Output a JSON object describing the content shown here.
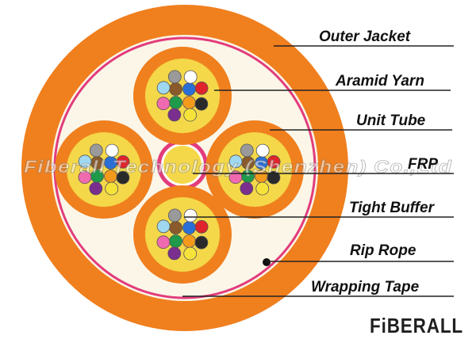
{
  "labels": {
    "outer_jacket": "Outer Jacket",
    "aramid_yarn": "Aramid Yarn",
    "unit_tube": "Unit Tube",
    "frp": "FRP",
    "tight_buffer": "Tight Buffer",
    "rip_rope": "Rip Rope",
    "wrapping_tape": "Wrapping Tape"
  },
  "watermark": "Fiberall Technology (Shenzhen) Co.,Ltd",
  "logo": "FiBERALL",
  "colors": {
    "outer_jacket": "#f07f1e",
    "inner_fill": "#fbf6e8",
    "wrapping_tape": "#e23c7c",
    "unit_tube": "#f07f1e",
    "aramid_yarn": "#f5d84a",
    "frp_ring": "#e23c7c",
    "frp_core": "#f5d84a",
    "leader_line": "#222222",
    "logo_accent": "#f07f1e"
  },
  "fiber_colors": [
    "blue",
    "orange",
    "green",
    "brown",
    "slate",
    "white",
    "red",
    "black",
    "yellow",
    "violet",
    "rose",
    "aqua"
  ],
  "fiber_palette": {
    "blue": "#2a6fd6",
    "orange": "#f39a1c",
    "green": "#1e9a4a",
    "brown": "#8a5a2b",
    "slate": "#9a9a9a",
    "white": "#ffffff",
    "red": "#e0242b",
    "black": "#2a2a2a",
    "yellow": "#f6e33a",
    "violet": "#7a2e8e",
    "rose": "#f06ab0",
    "aqua": "#9fd8f0"
  }
}
